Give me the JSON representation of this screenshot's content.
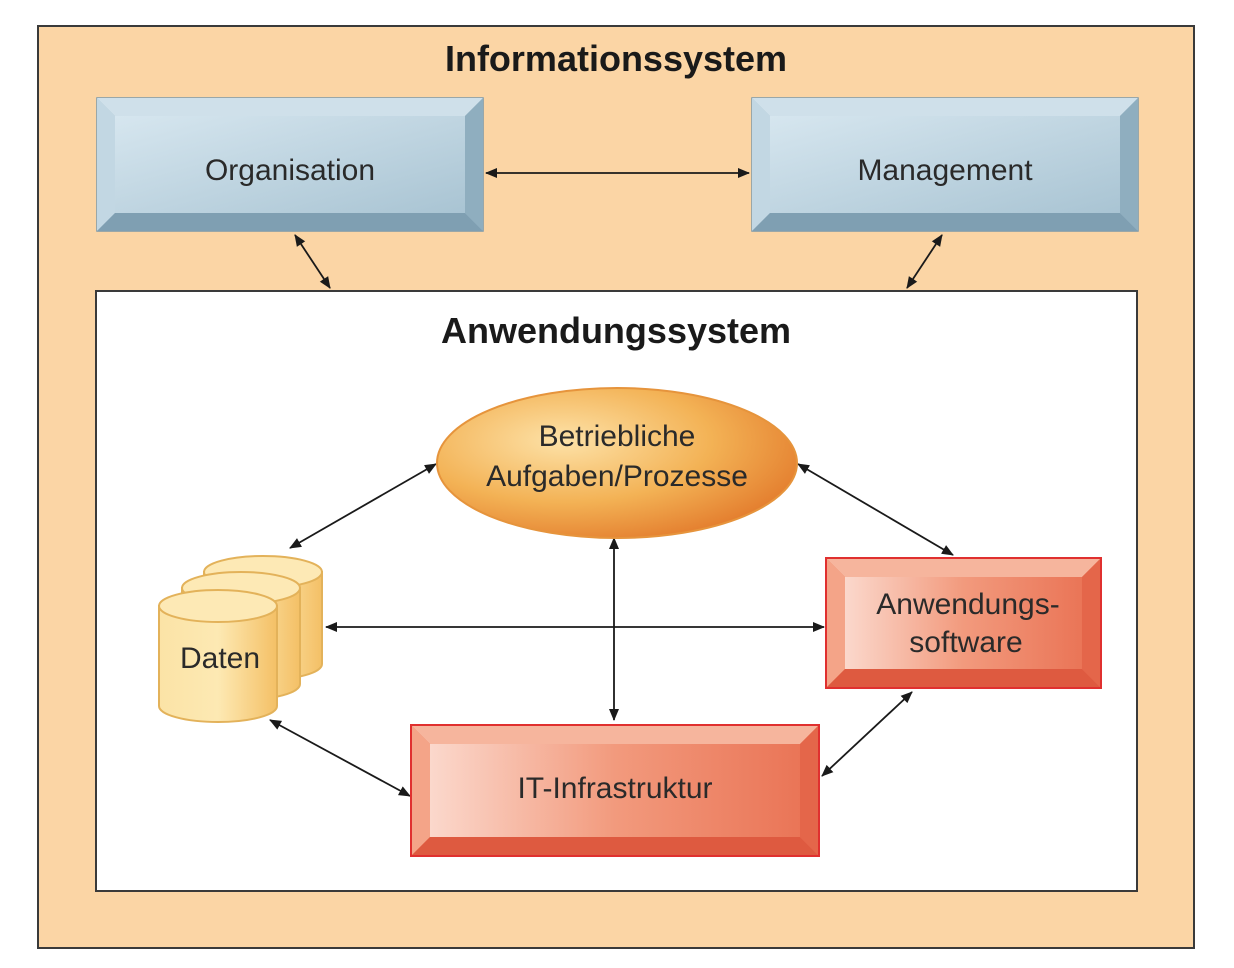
{
  "outer_system": {
    "title": "Informationssystem"
  },
  "top_boxes": {
    "organisation": "Organisation",
    "management": "Management"
  },
  "inner_system": {
    "title": "Anwendungssystem"
  },
  "nodes": {
    "prozesse_line1": "Betriebliche",
    "prozesse_line2": "Aufgaben/Prozesse",
    "daten": "Daten",
    "software_line1": "Anwendungs-",
    "software_line2": "software",
    "infrastruktur": "IT-Infrastruktur"
  },
  "colors": {
    "outer_fill": "#fbd5a5",
    "blue_box": "#b3cddb",
    "orange_ellipse": "#f0a244",
    "database": "#fbd98a",
    "red_box": "#ec7b5c",
    "red_border": "#e0302f"
  }
}
